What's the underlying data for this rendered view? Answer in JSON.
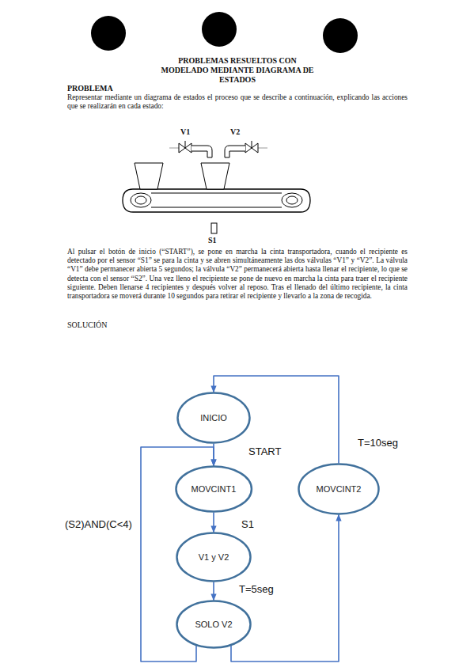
{
  "diagram": {
    "title": "PROBLEMAS RESUELTOS CON MODELADO MEDIANTE DIAGRAMA DE ESTADOS",
    "nodes": [
      {
        "text": [
          "INICIO"
        ]
      },
      {
        "text": [
          "MOVCINT1"
        ]
      },
      {
        "text": [
          "V1 y V2"
        ]
      },
      {
        "text": [
          "SOLO V2"
        ]
      },
      {
        "text": [
          "MOVCINT2"
        ]
      }
    ],
    "edges": [
      {
        "from": 0,
        "to": 1,
        "label": "START",
        "arrow": "to"
      },
      {
        "from": 1,
        "to": 2,
        "label": "S1",
        "arrow": "to"
      },
      {
        "from": 2,
        "to": 3,
        "label": "T=5seg",
        "arrow": "to"
      },
      {
        "from": 3,
        "to": 1,
        "label": "(S2)AND(C<4)",
        "arrow": "to"
      },
      {
        "from": 3,
        "to": 4,
        "arrow": "to"
      },
      {
        "from": 4,
        "to": 0,
        "label": "T=10seg",
        "arrow": "to"
      }
    ],
    "labels": [
      "PROBLEMA",
      "Representar mediante un diagrama de estados el proceso que se describe a continuación, explicando las acciones que se realizarán en cada estado:",
      "V1",
      "V2",
      "S1",
      "Al pulsar el botón de inicio (“START”), se pone en marcha la cinta transportadora, cuando el recipiente es detectado por el sensor “S1” se para la cinta y se abren simultáneamente las dos válvulas “V1” y “V2”. La válvula “V1” debe permanecer abierta 5 segundos; la válvula “V2” permanecerá abierta hasta llenar el recipiente, lo que se detecta con el sensor “S2”. Una vez lleno el recipiente se pone de nuevo en marcha la cinta para traer el recipiente siguiente. Deben llenarse 4 recipientes y después volver al reposo. Tras el llenado del último recipiente, la cinta transportadora se moverá durante 10 segundos para retirar el recipiente y llevarlo a la zona de recogida.",
      "SOLUCIÓN"
    ]
  }
}
